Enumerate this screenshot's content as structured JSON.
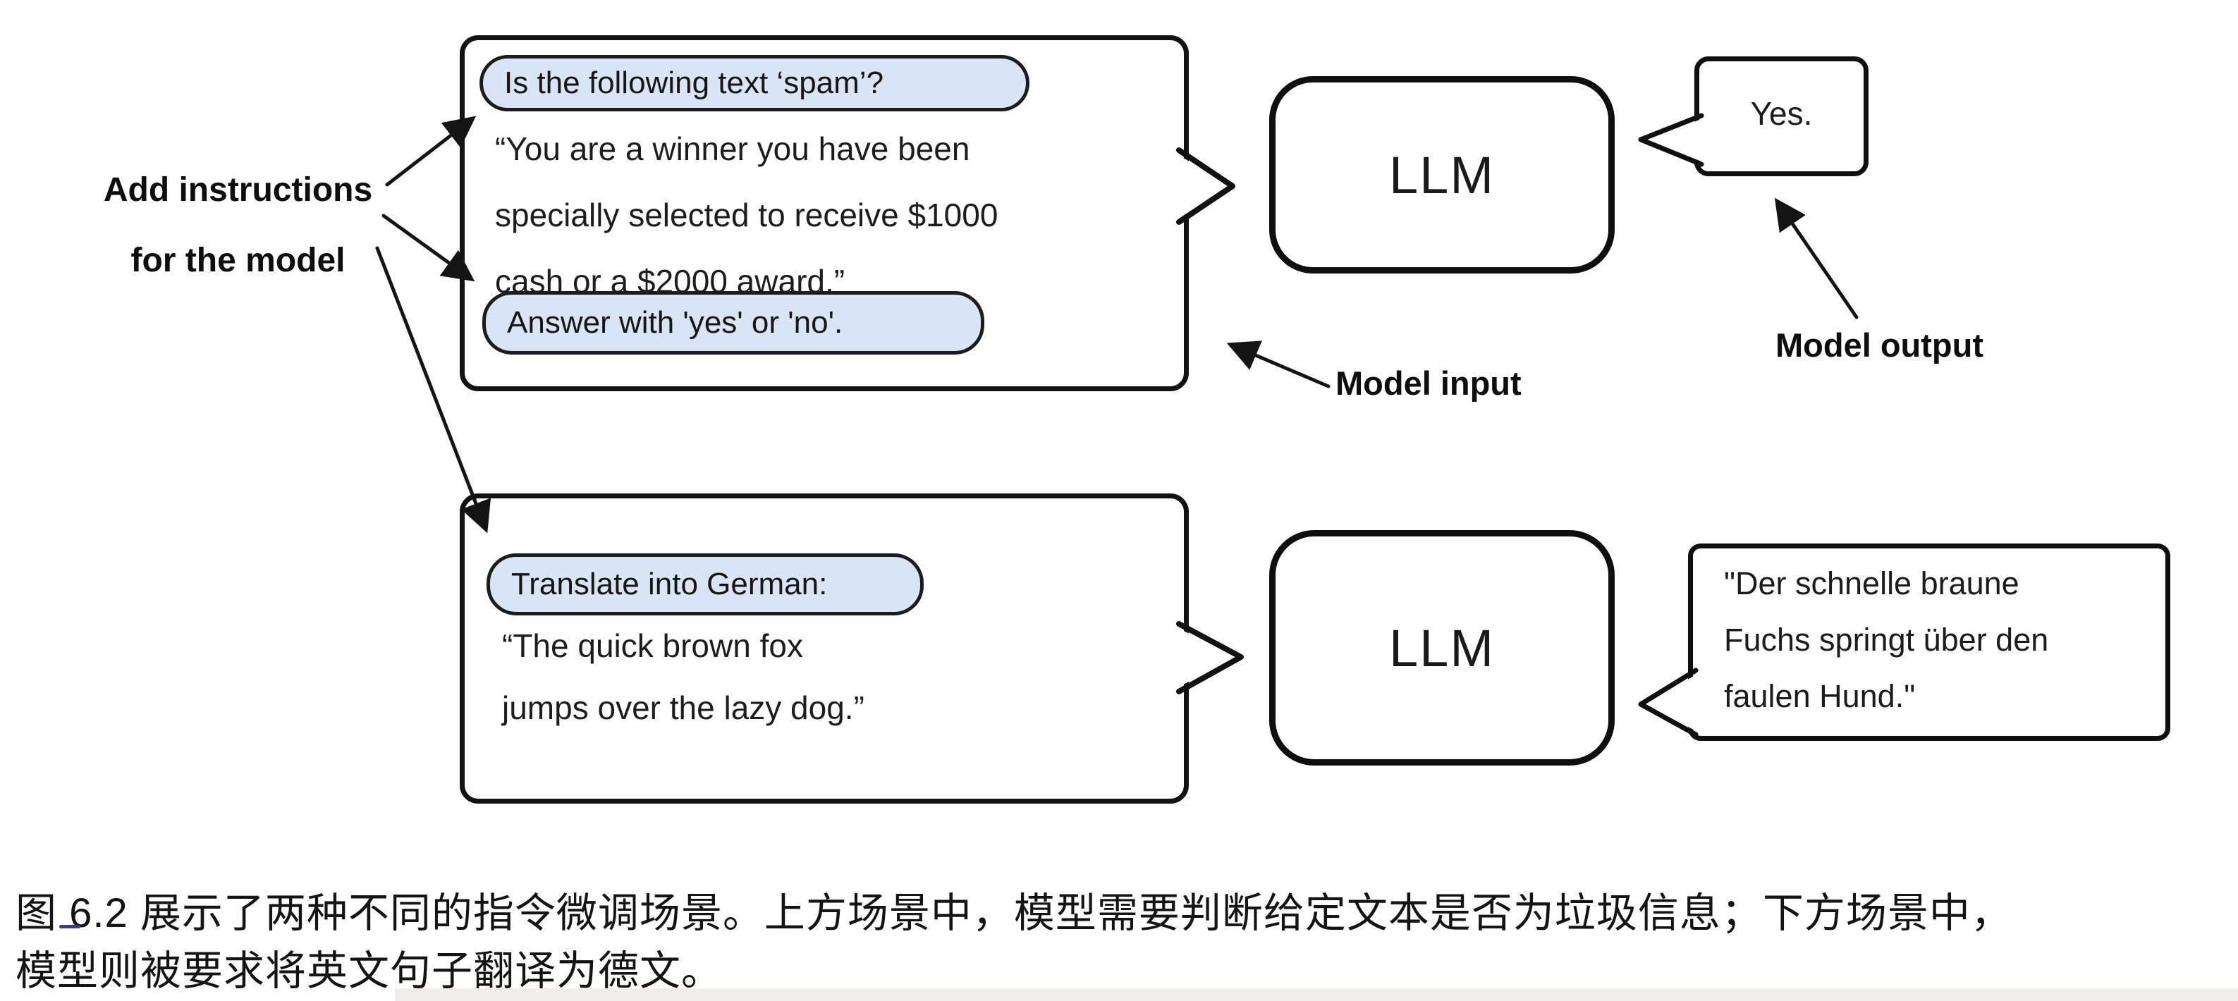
{
  "figure": {
    "annotations": {
      "add_instructions_line1": "Add instructions",
      "add_instructions_line2": "for the model",
      "model_input": "Model input",
      "model_output": "Model output"
    },
    "scenario_spam": {
      "instruction_pill_top": "Is the following text ‘spam’?",
      "body_lines": {
        "0": "“You are a winner you have been",
        "1": "specially selected to receive $1000",
        "2": "cash or a $2000 award.”"
      },
      "instruction_pill_bottom": "Answer with 'yes' or 'no'.",
      "llm_label": "LLM",
      "output_text": "Yes."
    },
    "scenario_translate": {
      "instruction_pill": "Translate into German:",
      "body_lines": {
        "0": "“The quick brown fox",
        "1": "jumps over the lazy dog.”"
      },
      "llm_label": "LLM",
      "output_lines": {
        "0": "\"Der schnelle braune",
        "1": "Fuchs springt über den",
        "2": "faulen Hund.\""
      }
    },
    "colors": {
      "pill_background": "#d9e4f4",
      "ink": "#121212"
    }
  },
  "caption": {
    "line1": "图 6.2 展示了两种不同的指令微调场景。上方场景中，模型需要判断给定文本是否为垃圾信息；下方场景中，",
    "line2": "模型则被要求将英文句子翻译为德文。"
  }
}
